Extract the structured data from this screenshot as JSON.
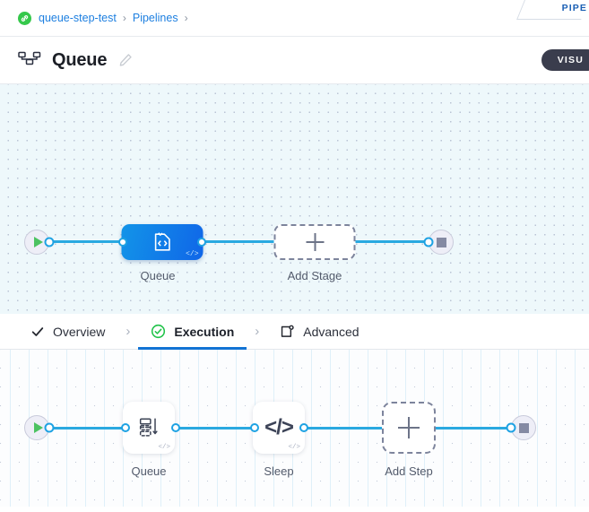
{
  "window": {
    "corner_tab_label": "PIPE"
  },
  "breadcrumb": {
    "project_icon": "link-circle-icon",
    "items": [
      {
        "label": "queue-step-test"
      },
      {
        "label": "Pipelines"
      }
    ],
    "separator": "›"
  },
  "header": {
    "icon": "pipeline-hierarchy-icon",
    "title": "Queue",
    "edit_icon": "pencil-icon",
    "visualize_button": "VISU"
  },
  "stage_canvas": {
    "start_node": {
      "name": "start",
      "icon": "play-icon"
    },
    "end_node": {
      "name": "end",
      "icon": "stop-icon"
    },
    "nodes": [
      {
        "id": "stage-queue",
        "label": "Queue",
        "type": "stage",
        "badge": "</>",
        "icon": "code-page-icon"
      },
      {
        "id": "add-stage",
        "label": "Add Stage",
        "type": "add",
        "icon": "plus-icon"
      }
    ]
  },
  "tabs": {
    "items": [
      {
        "id": "overview",
        "label": "Overview",
        "icon": "check-icon",
        "active": false
      },
      {
        "id": "execution",
        "label": "Execution",
        "icon": "check-circle-icon",
        "active": true
      },
      {
        "id": "advanced",
        "label": "Advanced",
        "icon": "advanced-gear-icon",
        "active": false
      }
    ],
    "separator": "›"
  },
  "step_canvas": {
    "start_node": {
      "name": "start",
      "icon": "play-icon"
    },
    "end_node": {
      "name": "end",
      "icon": "stop-icon"
    },
    "nodes": [
      {
        "id": "step-queue",
        "label": "Queue",
        "type": "step",
        "badge": "</>",
        "icon": "queue-list-icon"
      },
      {
        "id": "step-sleep",
        "label": "Sleep",
        "type": "step",
        "badge": "</>",
        "icon": "code-icon",
        "glyph": "</>"
      },
      {
        "id": "add-step",
        "label": "Add Step",
        "type": "add",
        "icon": "plus-icon"
      }
    ]
  },
  "colors": {
    "accent_blue": "#1273d4",
    "edge_blue": "#2aa9e0",
    "node_blue": "#1294e8",
    "success_green": "#35c84b",
    "dark_pill": "#3a3d4d"
  }
}
